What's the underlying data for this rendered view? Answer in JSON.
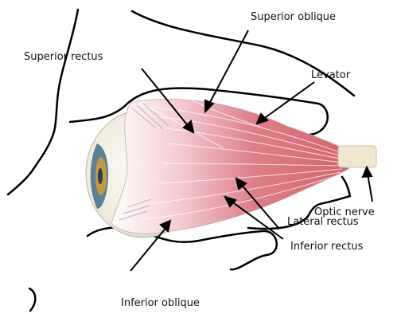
{
  "diagram": {
    "labels": {
      "superior_oblique": "Superior oblique",
      "superior_rectus": "Superior rectus",
      "levator": "Levator",
      "optic_nerve": "Optic nerve",
      "lateral_rectus": "Lateral rectus",
      "inferior_rectus": "Inferior rectus",
      "inferior_oblique": "Inferior oblique"
    },
    "colors": {
      "muscle": "#d9707a",
      "muscle_light": "#f2c6cc",
      "muscle_line": "#ffffff",
      "eyeball": "#f1efe6",
      "iris": "#c79a3a",
      "pupil": "#2b3d5a",
      "nerve": "#f1e7cf",
      "outline": "#000000"
    }
  }
}
